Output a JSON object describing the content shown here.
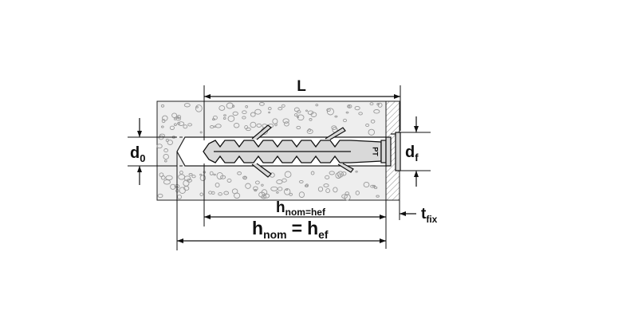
{
  "labels": {
    "L": "L",
    "d0": {
      "base": "d",
      "sub": "0"
    },
    "df": {
      "base": "d",
      "sub": "f"
    },
    "tfix": {
      "base": "t",
      "sub": "fix"
    },
    "hnom_hef_small": {
      "base": "h",
      "sub": "nom=hef"
    },
    "hnom_eq_hef": {
      "base1": "h",
      "sub1": "nom",
      "eq": "=",
      "base2": "h",
      "sub2": "ef"
    },
    "plug_mark": "PT"
  },
  "colors": {
    "line": "#111111",
    "concrete_fill": "#eeeeee",
    "hatch": "#888888",
    "plug_fill": "#d9d9d9"
  }
}
